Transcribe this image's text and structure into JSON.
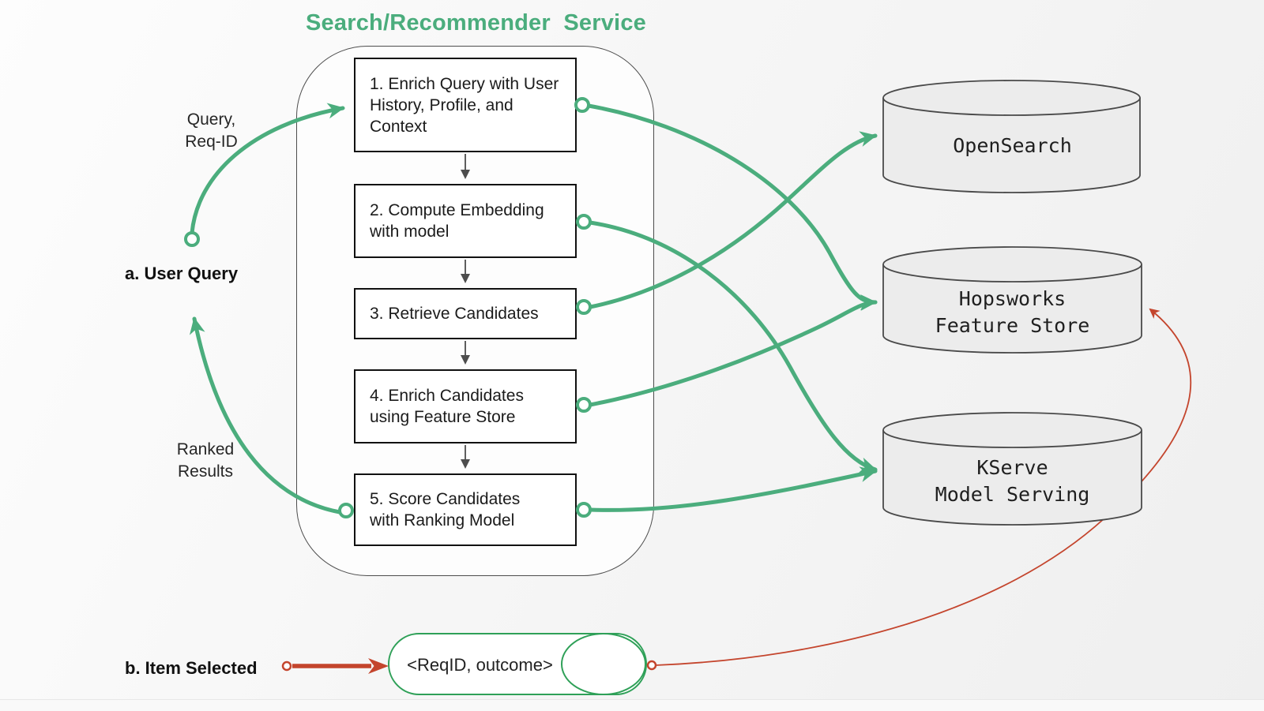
{
  "colors": {
    "green": "#4BAD7D",
    "pill_green": "#2FA058",
    "red": "#C4452D",
    "gray": "#4d4d4d",
    "box_border": "#111111"
  },
  "pipeline": {
    "title": "Search/Recommender  Service",
    "steps": [
      {
        "lines": [
          "1. Enrich Query with User",
          "History, Profile, and",
          "Context"
        ]
      },
      {
        "lines": [
          "2. Compute Embedding",
          "with model"
        ]
      },
      {
        "lines": [
          "3. Retrieve Candidates"
        ]
      },
      {
        "lines": [
          "4. Enrich Candidates",
          "using Feature Store"
        ]
      },
      {
        "lines": [
          "5. Score Candidates",
          "with Ranking Model"
        ]
      }
    ]
  },
  "datastores": [
    {
      "lines": [
        "OpenSearch"
      ]
    },
    {
      "lines": [
        "Hopsworks",
        "Feature Store"
      ]
    },
    {
      "lines": [
        "KServe",
        "Model Serving"
      ]
    }
  ],
  "labels": {
    "query": {
      "lines": [
        "Query,",
        "Req-ID"
      ]
    },
    "user_query": "a. User Query",
    "ranked": {
      "lines": [
        "Ranked",
        "Results"
      ]
    },
    "item_selected": "b. Item Selected",
    "event": "<ReqID, outcome>"
  },
  "connections": [
    {
      "from": "a. User Query",
      "to": "Step 1",
      "label": "Query, Req-ID",
      "color": "green"
    },
    {
      "from": "Step 5",
      "to": "a. User Query",
      "label": "Ranked Results",
      "color": "green"
    },
    {
      "from": "Step 1",
      "to": "Hopsworks Feature Store",
      "color": "green"
    },
    {
      "from": "Step 2",
      "to": "KServe Model Serving",
      "color": "green"
    },
    {
      "from": "Step 3",
      "to": "OpenSearch",
      "color": "green"
    },
    {
      "from": "Step 4",
      "to": "Hopsworks Feature Store",
      "color": "green"
    },
    {
      "from": "Step 5",
      "to": "KServe Model Serving",
      "color": "green"
    },
    {
      "from": "b. Item Selected",
      "to": "<ReqID, outcome>",
      "color": "red"
    },
    {
      "from": "<ReqID, outcome>",
      "to": "Hopsworks Feature Store",
      "color": "red"
    }
  ]
}
